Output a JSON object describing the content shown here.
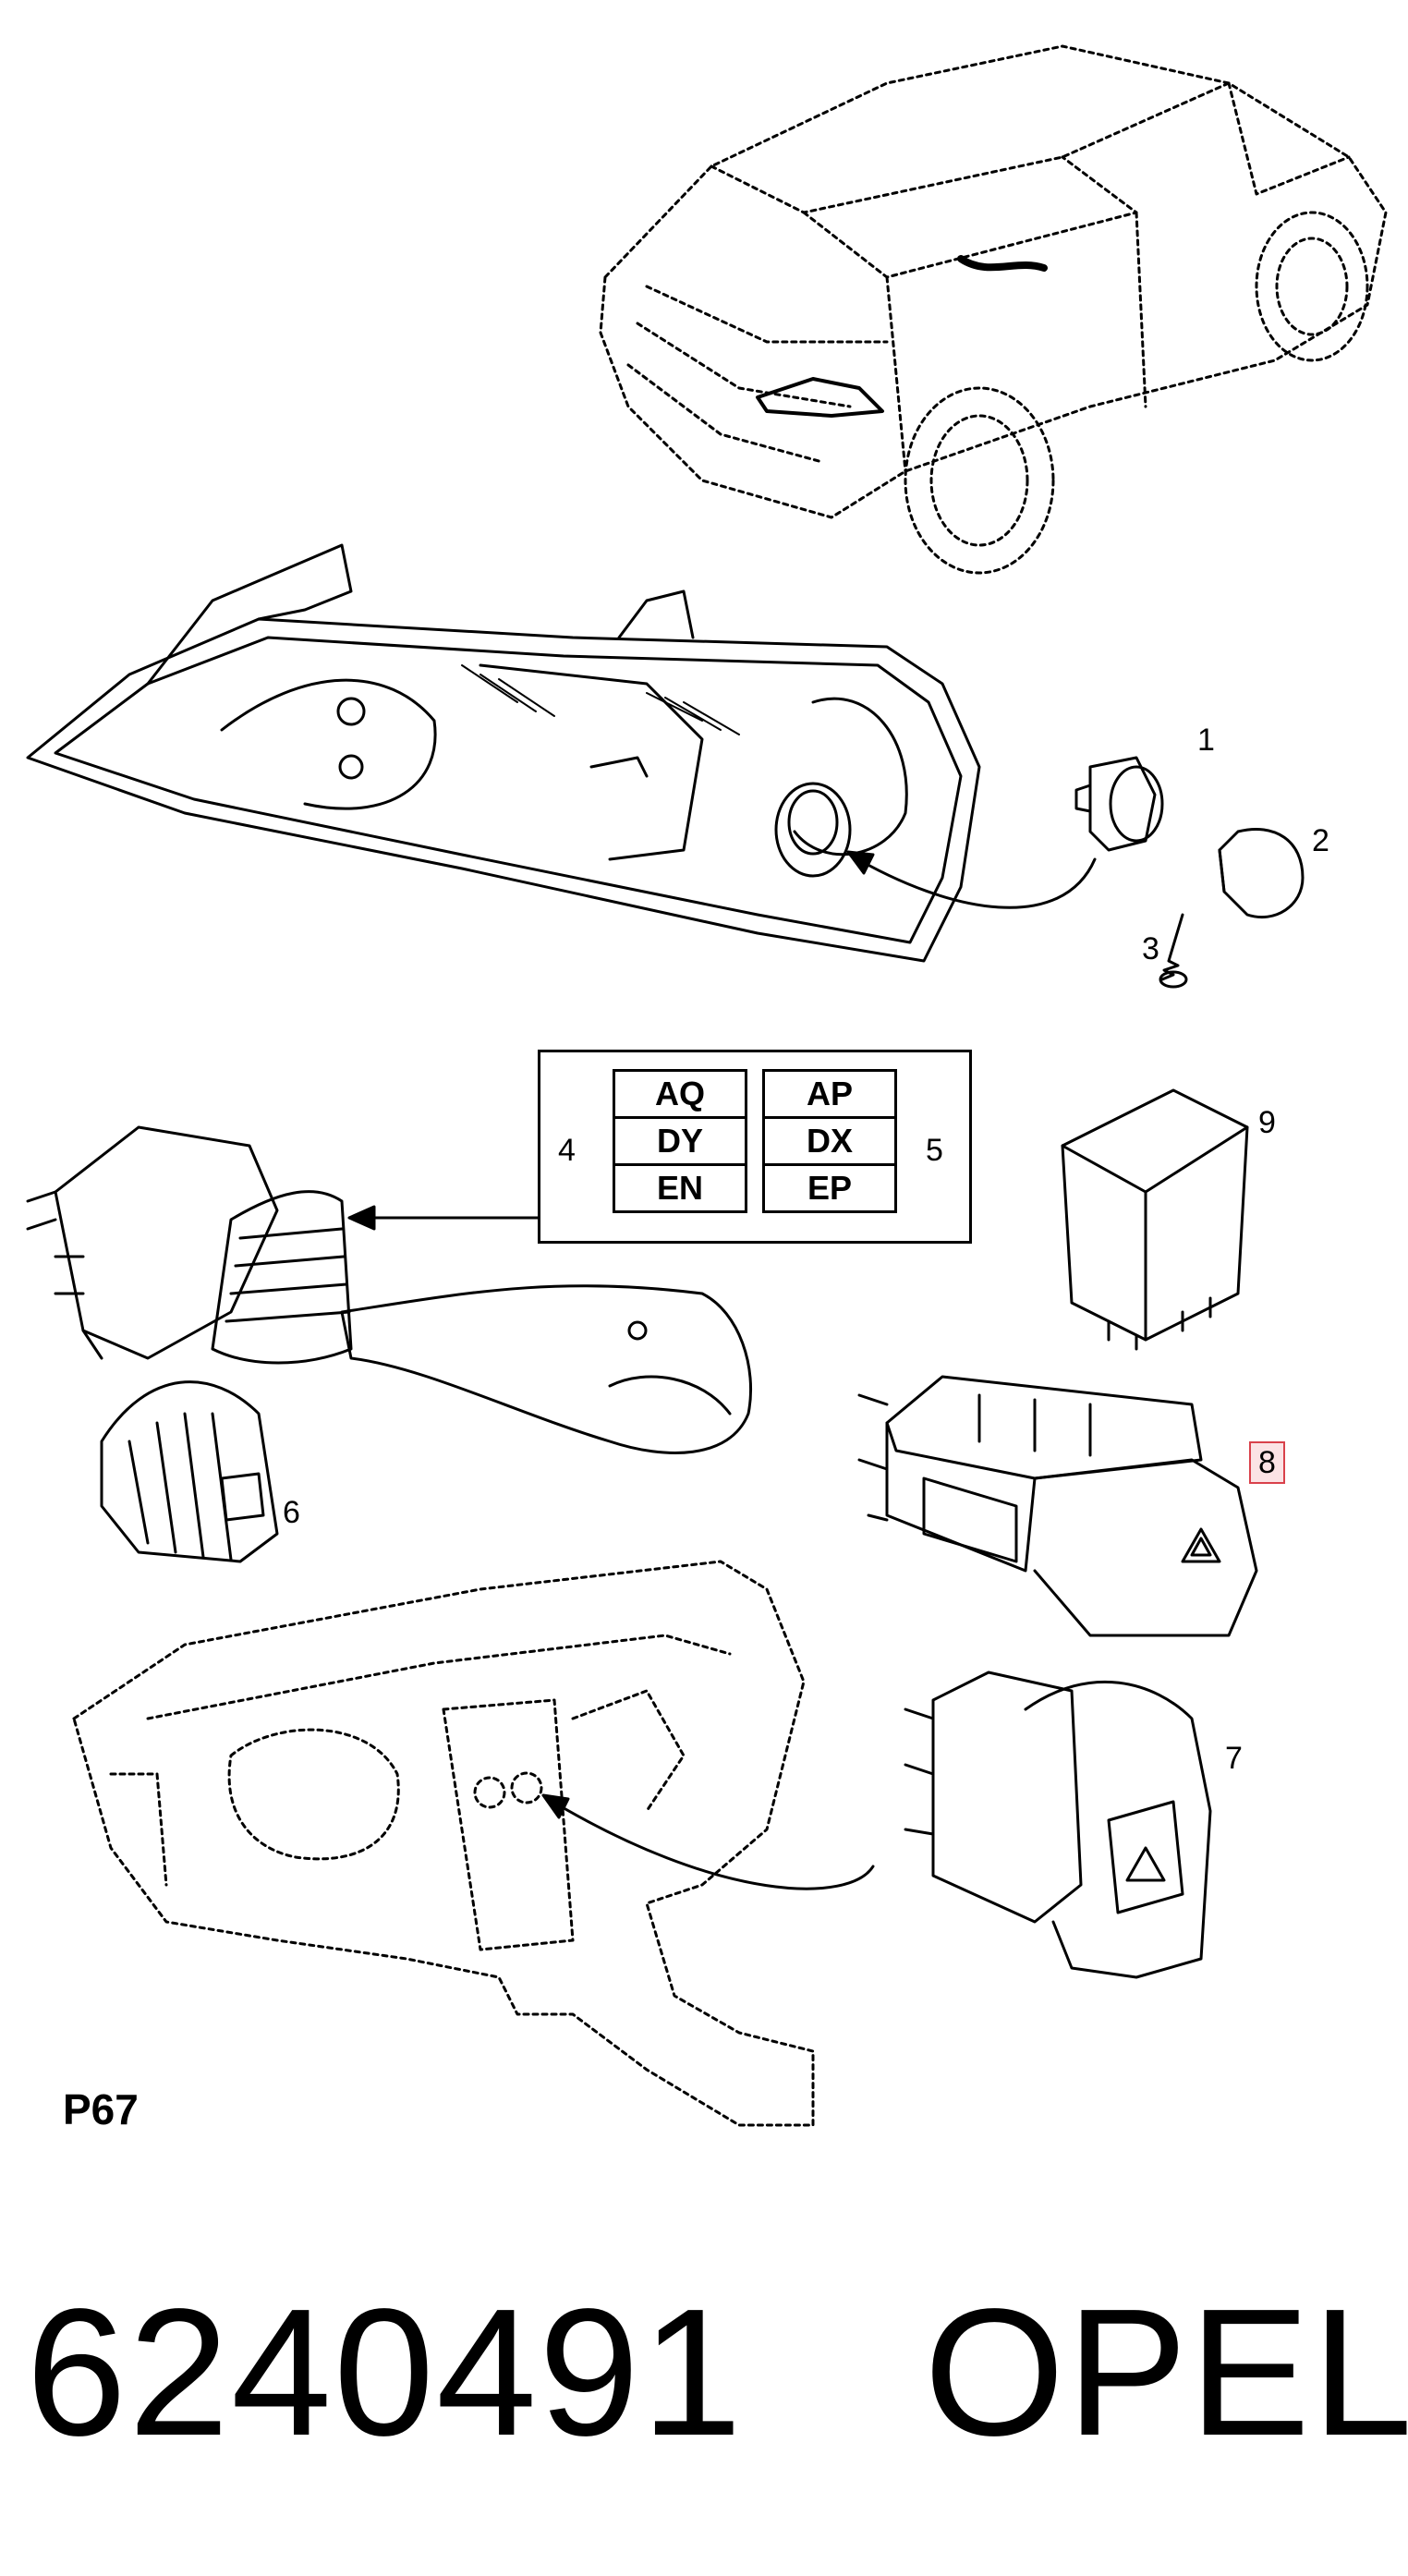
{
  "figure_code": "P67",
  "part_number": "6240491",
  "brand": "OPEL",
  "callouts": {
    "c1": "1",
    "c2": "2",
    "c3": "3",
    "c4": "4",
    "c5": "5",
    "c6": "6",
    "c7": "7",
    "c8": "8",
    "c9": "9"
  },
  "highlighted_callout": "8",
  "code_table": {
    "left": [
      "AQ",
      "DY",
      "EN"
    ],
    "right": [
      "AP",
      "DX",
      "EP"
    ]
  },
  "colors": {
    "line": "#000000",
    "highlight_border": "#d9414b",
    "highlight_fill": "#fbe3e5"
  }
}
